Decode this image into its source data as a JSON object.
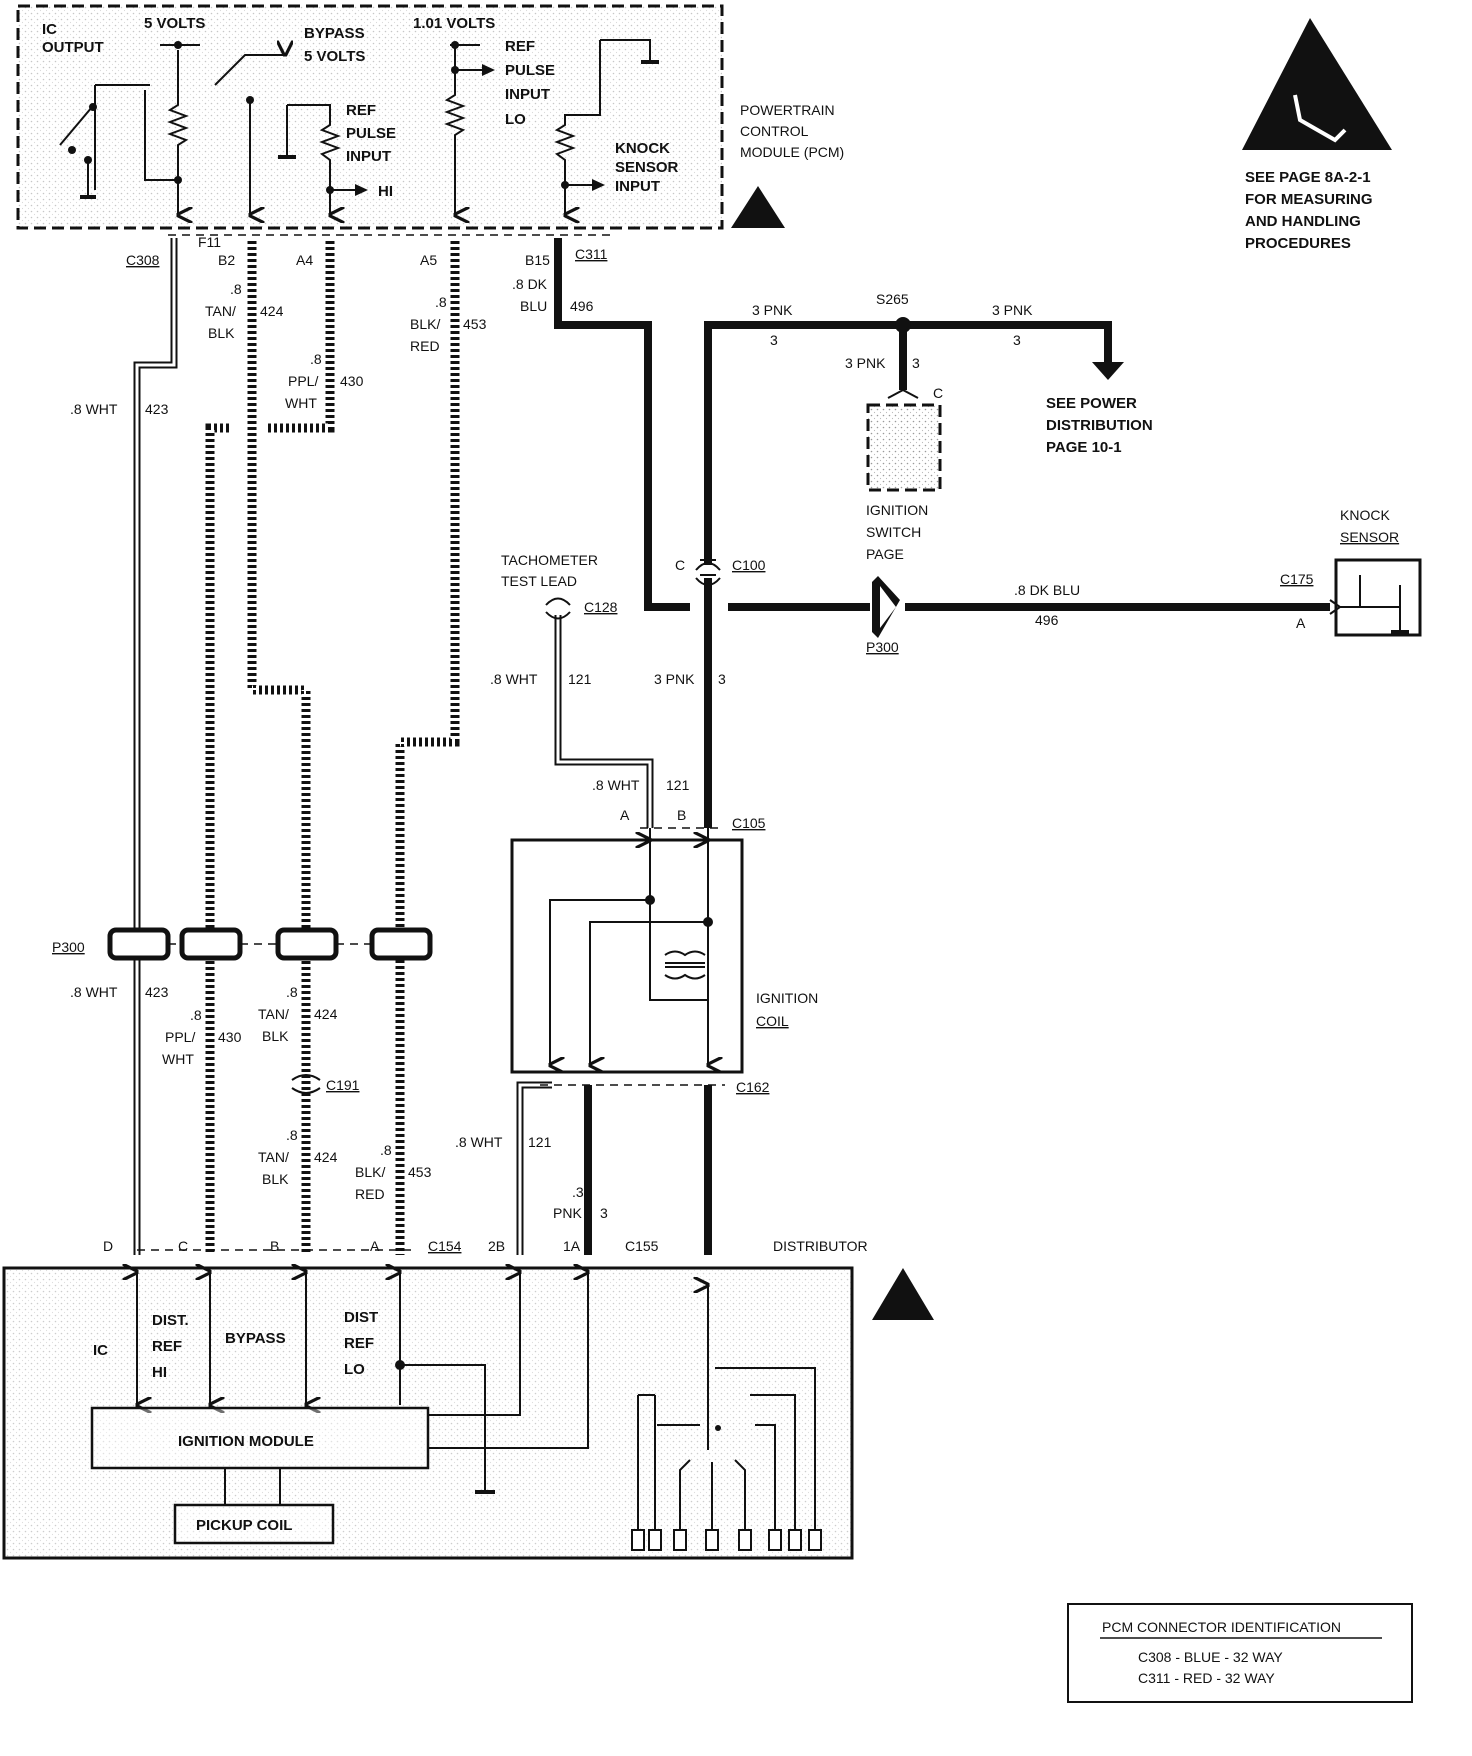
{
  "pcm": {
    "title": [
      "POWERTRAIN",
      "CONTROL",
      "MODULE (PCM)"
    ],
    "ic_output": [
      "IC",
      "OUTPUT"
    ],
    "five_volts": "5 VOLTS",
    "bypass": [
      "BYPASS",
      "5 VOLTS"
    ],
    "ref_hi": [
      "REF",
      "PULSE",
      "INPUT"
    ],
    "hi": "HI",
    "one_volts": "1.01 VOLTS",
    "ref_lo": [
      "REF",
      "PULSE",
      "INPUT",
      "LO"
    ],
    "knock": [
      "KNOCK",
      "SENSOR",
      "INPUT"
    ]
  },
  "esd_note": [
    "SEE PAGE 8A-2-1",
    "FOR MEASURING",
    "AND HANDLING",
    "PROCEDURES"
  ],
  "pins": {
    "c308": "C308",
    "f11": "F11",
    "b2": "B2",
    "a4": "A4",
    "a5": "A5",
    "b15": "B15",
    "c311": "C311"
  },
  "wires": {
    "w423": [
      ".8 WHT",
      "423"
    ],
    "w424": [
      ".8",
      "TAN/",
      "BLK",
      "424"
    ],
    "w430": [
      ".8",
      "PPL/",
      "WHT",
      "430"
    ],
    "w453": [
      ".8",
      "BLK/",
      "RED",
      "453"
    ],
    "w496": [
      ".8 DK",
      "BLU",
      "496"
    ],
    "pnk3": [
      "3 PNK",
      "3"
    ],
    "s265": "S265",
    "pnk3_down": [
      "3 PNK",
      "3"
    ],
    "c_label": "C",
    "see_power": [
      "SEE POWER",
      "DISTRIBUTION",
      "PAGE 10-1"
    ],
    "ign_switch": [
      "IGNITION",
      "SWITCH",
      "PAGE"
    ],
    "tach": [
      "TACHOMETER",
      "TEST LEAD"
    ],
    "c128": "C128",
    "c100": "C100",
    "p300": "P300",
    "dkblu": [
      ".8 DK BLU",
      "496"
    ],
    "c175": "C175",
    "a_label": "A",
    "knock_sensor": [
      "KNOCK",
      "SENSOR"
    ],
    "w121": [
      ".8 WHT",
      "121"
    ],
    "pnk3_mid": [
      "3 PNK",
      "3"
    ],
    "w121b": [
      ".8 WHT",
      "121"
    ],
    "c105": "C105",
    "pin_a": "A",
    "pin_b": "B",
    "ign_coil": [
      "IGNITION",
      "COIL"
    ],
    "c162": "C162",
    "p300b": "P300",
    "w423b": [
      ".8 WHT",
      "423"
    ],
    "w430b": [
      ".8",
      "PPL/",
      "WHT",
      "430"
    ],
    "w424b": [
      ".8",
      "TAN/",
      "BLK",
      "424"
    ],
    "c191": "C191",
    "w424c": [
      ".8",
      "TAN/",
      "BLK",
      "424"
    ],
    "w453b": [
      ".8",
      "BLK/",
      "RED",
      "453"
    ],
    "w121c": [
      ".8 WHT",
      "121"
    ],
    "pnk3b": [
      ".3",
      "PNK",
      "3"
    ]
  },
  "distributor": {
    "pins": [
      "D",
      "C",
      "B",
      "A",
      "C154",
      "2B",
      "1A",
      "C155"
    ],
    "title": "DISTRIBUTOR",
    "ic": "IC",
    "dist_ref_hi": [
      "DIST.",
      "REF",
      "HI"
    ],
    "bypass": "BYPASS",
    "dist_ref_lo": [
      "DIST",
      "REF",
      "LO"
    ],
    "ign_module": "IGNITION MODULE",
    "pickup": "PICKUP   COIL"
  },
  "pcm_id": {
    "title": "PCM CONNECTOR IDENTIFICATION",
    "row1": "C308 -   BLUE   - 32 WAY",
    "row2": "C311 -   RED    - 32 WAY"
  }
}
